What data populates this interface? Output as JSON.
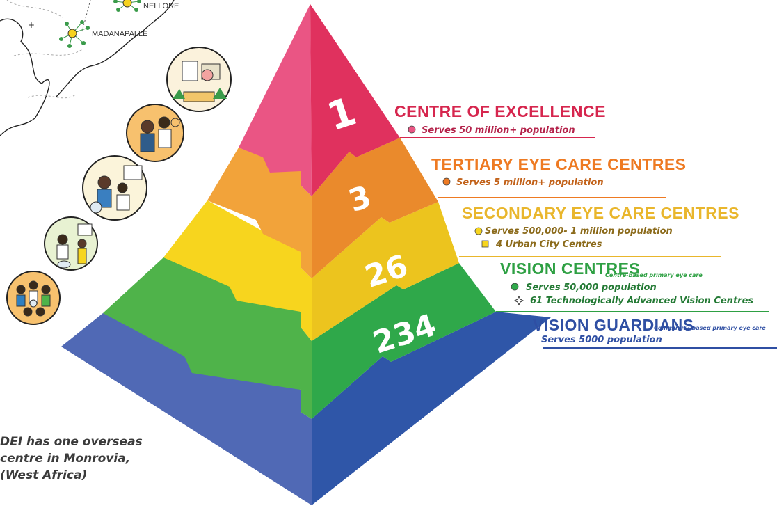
{
  "map": {
    "labels": [
      "NELLORE",
      "MADANAPALLE"
    ]
  },
  "tiers": [
    {
      "id": "centre-of-excellence",
      "number": "1",
      "title": "CENTRE OF EXCELLENCE",
      "subtitle": "",
      "lines": [
        {
          "marker": "circle",
          "text": "Serves 50 million+ population"
        }
      ],
      "colors": {
        "light": "#ea5584",
        "dark": "#e0315e",
        "title": "#d6264e",
        "line": "#d6264e"
      }
    },
    {
      "id": "tertiary-eye-care-centres",
      "number": "3",
      "title": "TERTIARY EYE CARE CENTRES",
      "subtitle": "",
      "lines": [
        {
          "marker": "circle",
          "text": "Serves 5 million+ population"
        }
      ],
      "colors": {
        "light": "#f2a33a",
        "dark": "#ea8a2c",
        "title": "#ee7a22",
        "line": "#ee7a22"
      }
    },
    {
      "id": "secondary-eye-care-centres",
      "number": "26",
      "title": "SECONDARY EYE CARE CENTRES",
      "subtitle": "",
      "lines": [
        {
          "marker": "circle",
          "text": "Serves 500,000- 1 million population"
        },
        {
          "marker": "square",
          "text": "4 Urban City Centres"
        }
      ],
      "colors": {
        "light": "#f7d51e",
        "dark": "#ecc41e",
        "title": "#e9b62c",
        "line": "#e9b62c"
      }
    },
    {
      "id": "vision-centres",
      "number": "234",
      "title": "VISION CENTRES",
      "subtitle": "Centre-based primary eye care",
      "lines": [
        {
          "marker": "circle",
          "text": "Serves 50,000 population"
        },
        {
          "marker": "star",
          "text": "61 Technologically Advanced Vision Centres"
        }
      ],
      "colors": {
        "light": "#4fb34a",
        "dark": "#2fa84a",
        "title": "#2ea043",
        "line": "#2ea043"
      }
    },
    {
      "id": "vision-guardians",
      "number": "",
      "title": "VISION GUARDIANS",
      "subtitle": "Community-based primary eye care",
      "lines": [
        {
          "marker": "none",
          "text": "Serves 5000 population"
        }
      ],
      "colors": {
        "light": "#5069b5",
        "dark": "#2f56a8",
        "title": "#2f4fa3",
        "line": "#2f4fa3"
      }
    }
  ],
  "note": {
    "lines": [
      "DEI has one overseas",
      "centre in Monrovia,",
      "(West Africa)"
    ]
  },
  "illustrations": [
    {
      "name": "hospital-illustration"
    },
    {
      "name": "doctor-consultation-illustration"
    },
    {
      "name": "eye-test-illustration"
    },
    {
      "name": "vision-centre-illustration"
    },
    {
      "name": "community-group-illustration"
    }
  ]
}
